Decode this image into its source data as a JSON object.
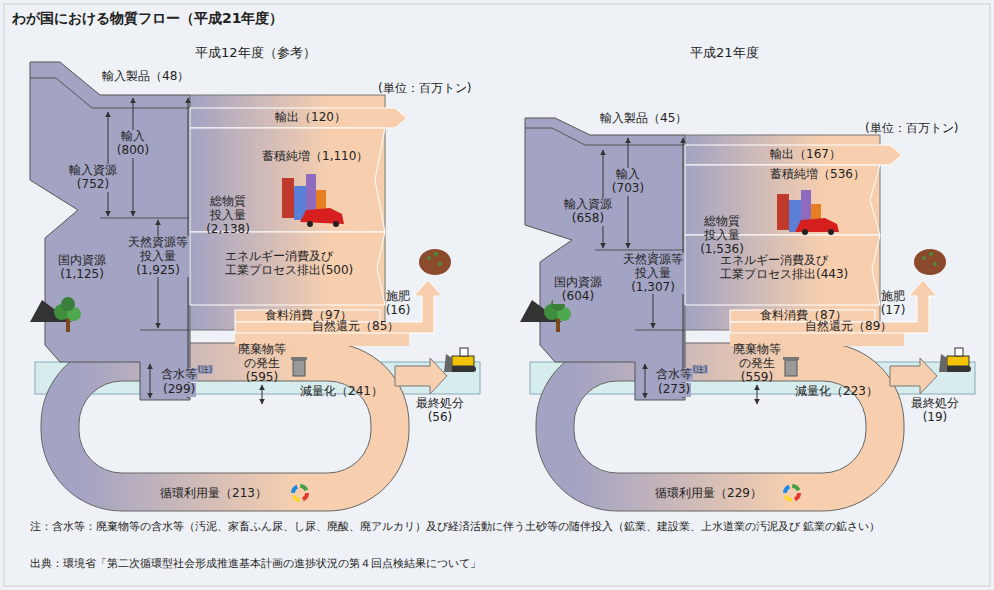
{
  "diagram": {
    "title": "わが国における物質フロー（平成21年度）",
    "labels": [
      "平成12年度（参考）",
      "平成21年度",
      "(単位：百万トン)",
      "輸入製品（48）",
      "輸入 (800)",
      "輸入資源 (752)",
      "国内資源 (1,125)",
      "天然資源等 投入量 (1,925)",
      "総物質 投入量 (2,138)",
      "輸出（120）",
      "蓄積純増（1,110）",
      "エネルギー消費及び 工業プロセス排出(500)",
      "施肥 (16)",
      "食料消費（97）",
      "自然還元（85）",
      "含水等",
      "(注)",
      "(299)",
      "廃棄物等 の発生 (595)",
      "減量化（241）",
      "最終処分 (56)",
      "循環利用量（213）",
      "(単位：百万トン)",
      "輸入製品（45）",
      "輸入 (703)",
      "輸入資源 (658)",
      "国内資源 (604)",
      "天然資源等 投入量 (1,307)",
      "総物質 投入量 (1,536)",
      "輸出（167）",
      "蓄積純増（536）",
      "エネルギー消費及び 工業プロセス排出(443)",
      "施肥 (17)",
      "食料消費（87）",
      "自然還元（89）",
      "含水等",
      "(注)",
      "(273)",
      "廃棄物等 の発生 (559)",
      "減量化（223）",
      "最終処分 (19)",
      "循環利用量（229）",
      "注：含水等：廃棄物等の含水等（汚泥、家畜ふん尿、し尿、廃酸、廃アルカリ）及び経済活動に伴う土砂等の随伴投入（鉱業、建設業、上水道業の汚泥及び 鉱業の鉱さい）",
      "出典：環境省「第二次循環型社会形成推進基本計画の進捗状況の第４回点検結果について」"
    ]
  }
}
